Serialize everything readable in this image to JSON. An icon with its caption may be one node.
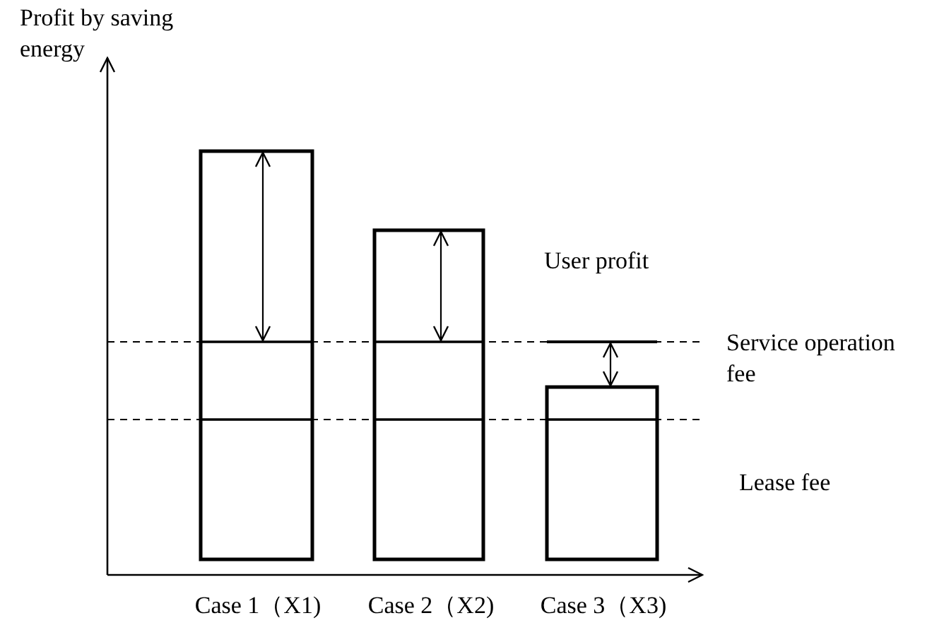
{
  "diagram": {
    "labels": [
      "Profit by saving energy",
      "User profit",
      "Service operation fee",
      "Lease fee",
      "Case 1（X1)",
      "Case 2（X2)",
      "Case 3（X3)"
    ]
  }
}
